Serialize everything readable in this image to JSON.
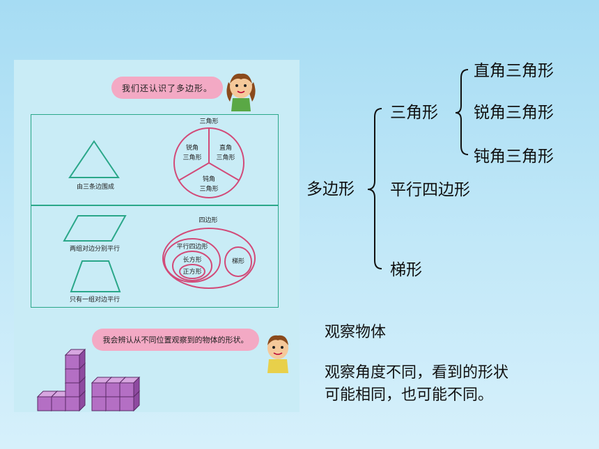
{
  "textbook": {
    "bubble_top": "我们还认识了多边形。",
    "triangles": {
      "title": "三角形",
      "acute": [
        "锐角",
        "三角形"
      ],
      "right": [
        "直角",
        "三角形"
      ],
      "obtuse": [
        "钝角",
        "三角形"
      ],
      "shape_caption": "由三条边围成"
    },
    "quadrilaterals": {
      "title": "四边形",
      "parallelogram": "平行四边形",
      "rectangle": "长方形",
      "square": "正方形",
      "trapezoid": "梯形",
      "caption_parallelogram": "两组对边分别平行",
      "caption_trapezoid": "只有一组对边平行"
    },
    "bubble_bottom": "我会辨认从不同位置观察到的物体的形状。"
  },
  "tree": {
    "root": "多边形",
    "triangle": "三角形",
    "triangle_children": [
      "直角三角形",
      "锐角三角形",
      "钝角三角形"
    ],
    "parallelogram": "平行四边形",
    "trapezoid": "梯形"
  },
  "observe": {
    "title": "观察物体",
    "lines": [
      "观察角度不同，看到的形状",
      "可能相同，也可能不同。"
    ]
  },
  "colors": {
    "frame": "#2aa789",
    "ellipse": "#d24a78",
    "bubble": "#f3a9c4",
    "cube": "#b46fc4"
  }
}
